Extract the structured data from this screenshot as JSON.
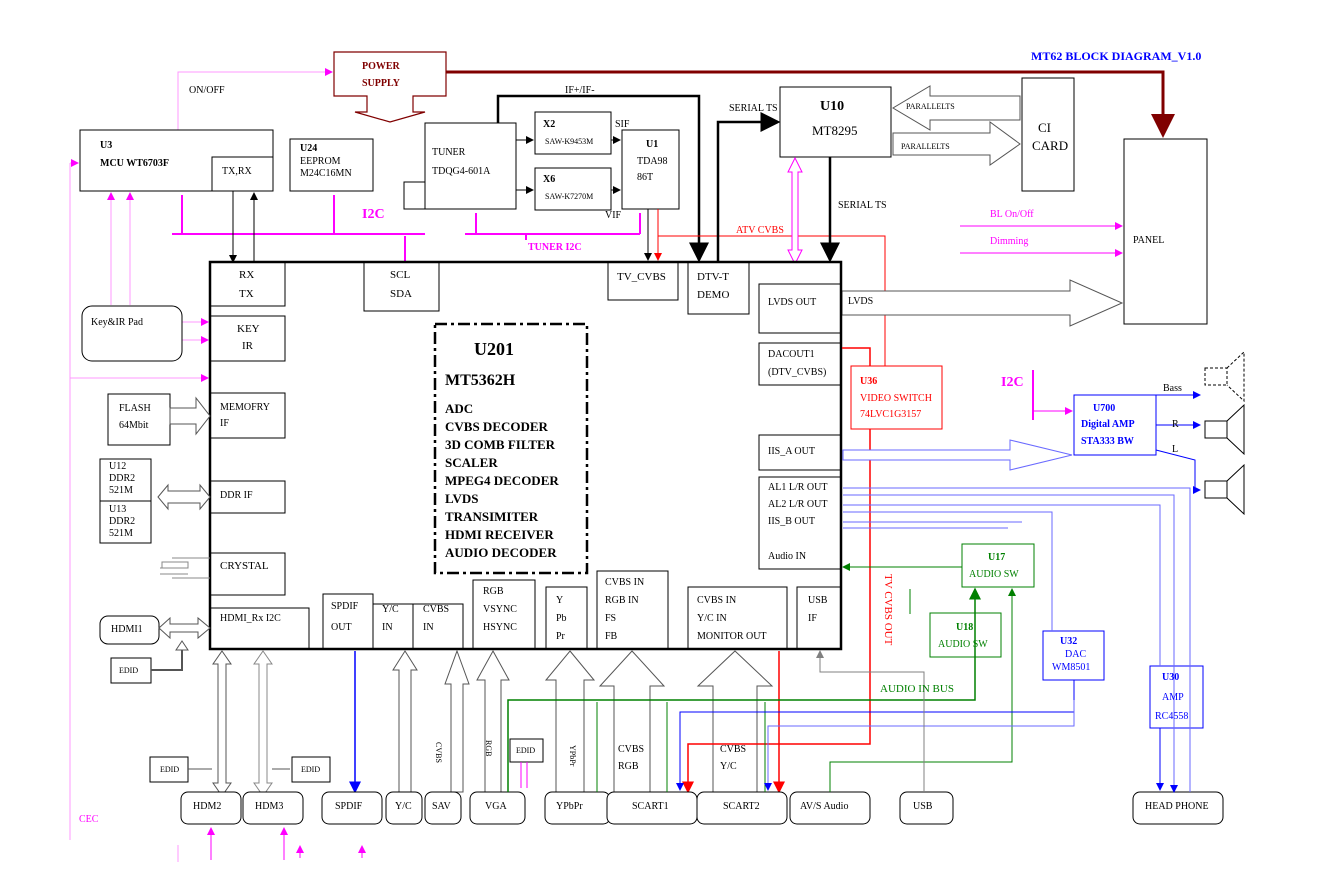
{
  "title": "MT62 BLOCK DIAGRAM_V1.0",
  "colors": {
    "magenta": "#ff00ff",
    "red": "#ff0000",
    "blue": "#0000ff",
    "green": "#008000",
    "dark_red": "#800000",
    "gray": "#808080"
  },
  "power": {
    "line1": "POWER",
    "line2": "SUPPLY",
    "onoff": "ON/OFF"
  },
  "u3": {
    "ref": "U3",
    "name": "MCU WT6703F",
    "txrx": "TX,RX"
  },
  "u24": {
    "ref": "U24",
    "line1": "EEPROM",
    "line2": "M24C16MN"
  },
  "i2c_left": "I2C",
  "tuner": {
    "line1": "TUNER",
    "line2": "TDQG4-601A",
    "ifif": "IF+/IF-"
  },
  "x2": {
    "ref": "X2",
    "part": "SAW-K9453M",
    "sif": "SIF"
  },
  "x6": {
    "ref": "X6",
    "part": "SAW-K7270M",
    "vif": "VIF"
  },
  "u1": {
    "ref": "U1",
    "line1": "TDA98",
    "line2": "86T"
  },
  "tuner_i2c": "TUNER I2C",
  "u10": {
    "ref": "U10",
    "name": "MT8295",
    "serial_ts_in": "SERIAL TS",
    "serial_ts_out": "SERIAL TS"
  },
  "ci": {
    "line1": "CI",
    "line2": "CARD",
    "pts1": "PARALLELTS",
    "pts2": "PARALLELTS"
  },
  "panel": {
    "label": "PANEL",
    "bl": "BL On/Off",
    "dim": "Dimming",
    "lvds": "LVDS"
  },
  "atv_cvbs": "ATV CVBS",
  "u201": {
    "ref": "U201",
    "name": "MT5362H",
    "features": [
      "ADC",
      "CVBS DECODER",
      "3D COMB FILTER",
      "SCALER",
      "MPEG4 DECODER",
      "LVDS",
      "TRANSIMITER",
      "HDMI RECEIVER",
      "AUDIO DECODER"
    ],
    "rx": "RX",
    "tx": "TX",
    "scl": "SCL",
    "sda": "SDA",
    "key": "KEY",
    "ir": "IR",
    "mem1": "MEMOFRY",
    "mem2": "IF",
    "ddr": "DDR IF",
    "crystal": "CRYSTAL",
    "hdmi_rx": "HDMI_Rx  I2C",
    "tvcvbs": "TV_CVBS",
    "dtv1": "DTV-T",
    "dtv2": "DEMO",
    "lvdsout": "LVDS OUT",
    "dac1": "DACOUT1",
    "dac2": "(DTV_CVBS)",
    "iisa": "IIS_A OUT",
    "al1": "AL1 L/R OUT",
    "al2": "AL2 L/R OUT",
    "iisb": "IIS_B OUT",
    "audin": "Audio IN",
    "spdif1": "SPDIF",
    "spdif2": "OUT",
    "yc1": "Y/C",
    "yc2": "IN",
    "cv1": "CVBS",
    "cv2": "IN",
    "rgb1": "RGB",
    "rgb2": "VSYNC",
    "rgb3": "HSYNC",
    "ypp1": "Y",
    "ypp2": "Pb",
    "ypp3": "Pr",
    "sc1a": "CVBS IN",
    "sc1b": "RGB IN",
    "sc1c": "FS",
    "sc1d": "FB",
    "sc2a": "CVBS IN",
    "sc2b": "Y/C IN",
    "sc2c": "MONITOR OUT",
    "usb1": "USB",
    "usb2": "IF"
  },
  "keypad": "Key&IR Pad",
  "flash": {
    "line1": "FLASH",
    "line2": "64Mbit"
  },
  "u12": {
    "ref": "U12",
    "line1": "DDR2",
    "line2": "521M"
  },
  "u13": {
    "ref": "U13",
    "line1": "DDR2",
    "line2": "521M"
  },
  "hdmi1": "HDMI1",
  "edid": "EDID",
  "u36": {
    "ref": "U36",
    "line1": "VIDEO SWITCH",
    "line2": "74LVC1G3157"
  },
  "tv_cvbs_out": "TV CVBS OUT",
  "i2c_right": "I2C",
  "u700": {
    "ref": "U700",
    "line1": "Digital AMP",
    "line2": "STA333 BW"
  },
  "bass": "Bass",
  "r": "R",
  "l": "L",
  "u17": {
    "ref": "U17",
    "name": "AUDIO SW"
  },
  "u18": {
    "ref": "U18",
    "name": "AUDIO SW"
  },
  "u32": {
    "ref": "U32",
    "line1": "DAC",
    "line2": "WM8501"
  },
  "u30": {
    "ref": "U30",
    "line1": "AMP",
    "line2": "RC4558"
  },
  "audio_in_bus": "AUDIO IN BUS",
  "cvbs_v": "CVBS",
  "rgb_v": "RGB",
  "ypbpr_v": "YPbPr",
  "sc1_lbl1": "CVBS",
  "sc1_lbl2": "RGB",
  "sc2_lbl1": "CVBS",
  "sc2_lbl2": "Y/C",
  "cec": "CEC",
  "connectors": [
    "HDM2",
    "HDM3",
    "SPDIF",
    "Y/C",
    "SAV",
    "VGA",
    "YPbPr",
    "SCART1",
    "SCART2",
    "AV/S Audio",
    "USB",
    "HEAD PHONE"
  ]
}
